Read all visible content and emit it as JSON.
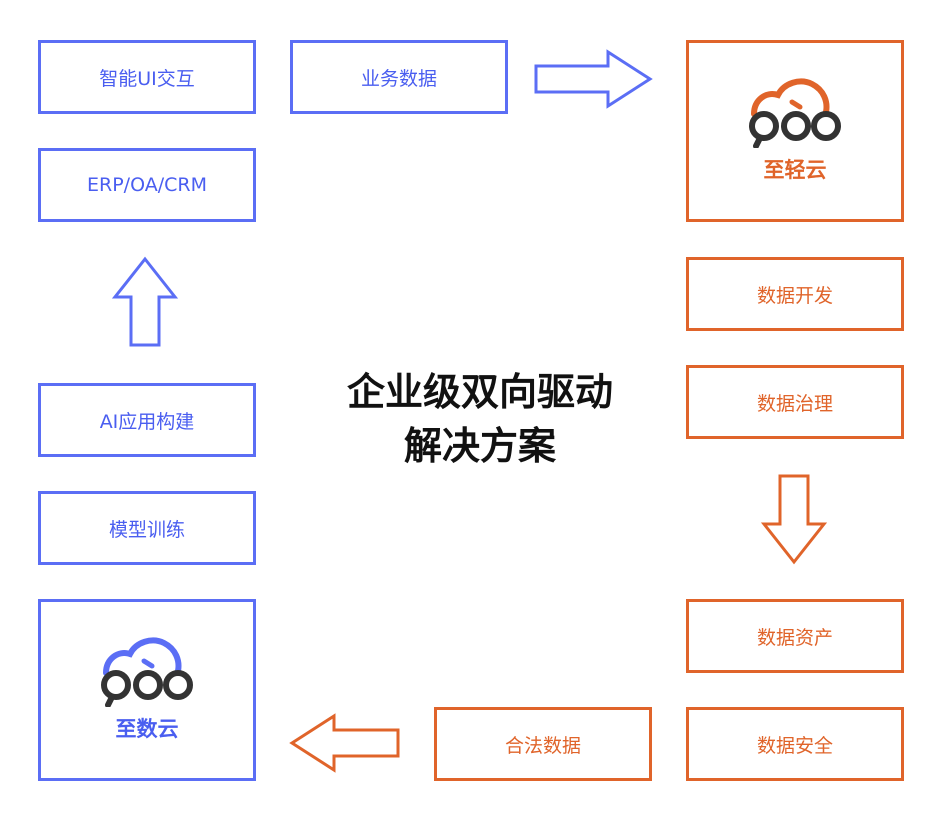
{
  "center": {
    "line1": "企业级双向驱动",
    "line2": "解决方案"
  },
  "left_column": {
    "ui": "智能UI交互",
    "erp": "ERP/OA/CRM",
    "ai_build": "AI应用构建",
    "model_train": "模型训练",
    "zhishuyun": "至数云"
  },
  "top_row": {
    "business_data": "业务数据"
  },
  "right_column": {
    "zhiqingyun": "至轻云",
    "dev": "数据开发",
    "governance": "数据治理",
    "assets": "数据资产",
    "security": "数据安全"
  },
  "bottom_row": {
    "legal_data": "合法数据"
  },
  "colors": {
    "blue": "#5b6ef5",
    "orange": "#e0642a",
    "logo_gray": "#333333"
  },
  "icons": [
    "cloud-logo-icon",
    "arrow-right-icon",
    "arrow-up-icon",
    "arrow-down-icon",
    "arrow-left-icon"
  ]
}
